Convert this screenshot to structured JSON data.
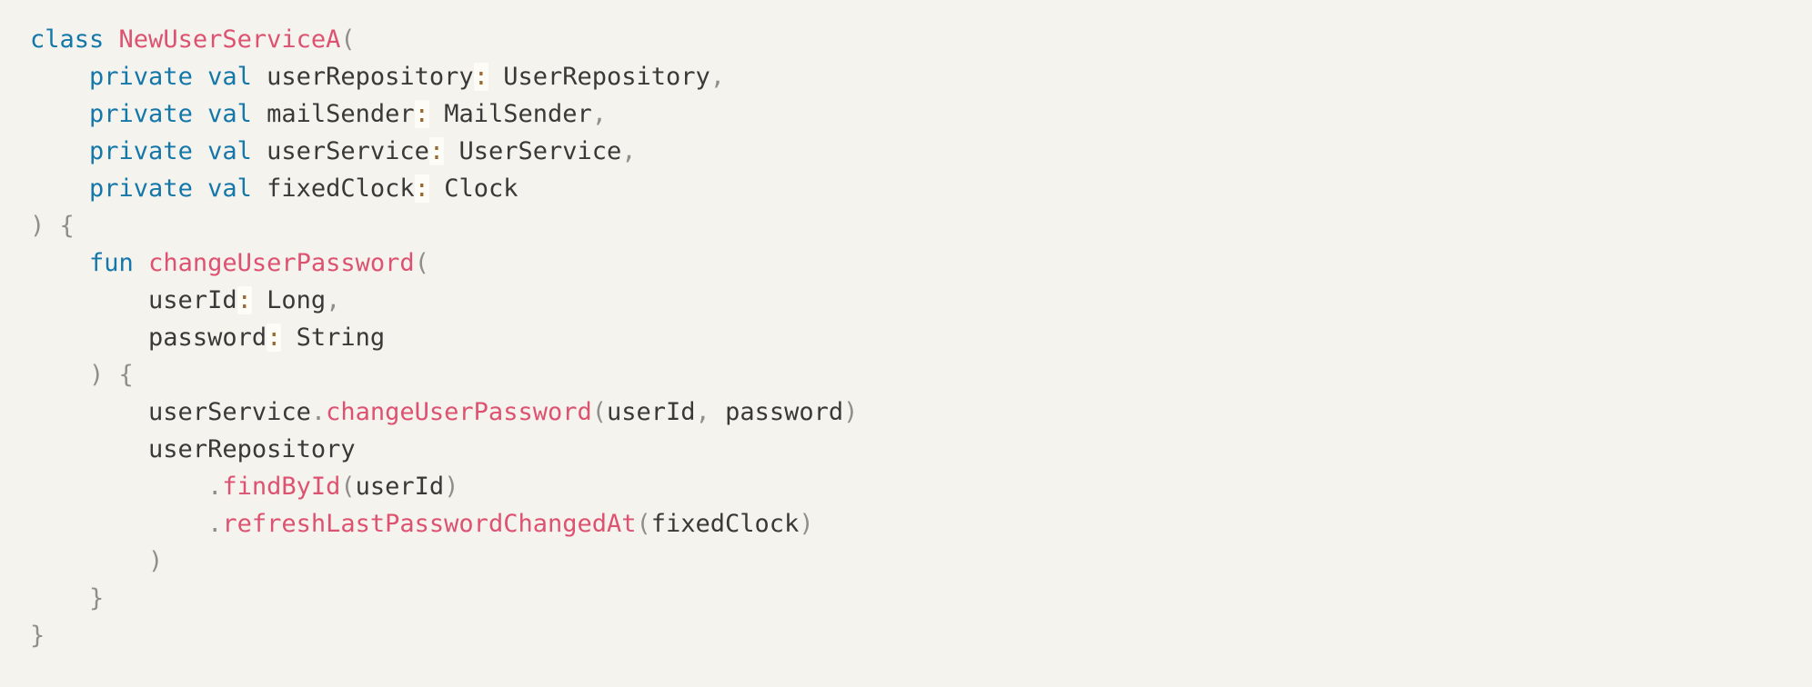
{
  "meta": {
    "language": "kotlin",
    "content_kind": "syntax-highlighted-code-snippet"
  },
  "palette": {
    "background": "#f5f3ee",
    "keyword": "#1477a9",
    "function_name": "#dd5270",
    "identifier": "#3a3937",
    "punctuation": "#908e8a",
    "colon": "#9b6a31",
    "colon_highlight_background": "#fdfcf7"
  },
  "code": {
    "lines": [
      {
        "tokens": [
          {
            "t": "class",
            "c": "keyword"
          },
          {
            "t": " ",
            "c": "plain"
          },
          {
            "t": "NewUserServiceA",
            "c": "function"
          },
          {
            "t": "(",
            "c": "punctuation"
          }
        ]
      },
      {
        "tokens": [
          {
            "t": "    ",
            "c": "plain"
          },
          {
            "t": "private val",
            "c": "keyword"
          },
          {
            "t": " ",
            "c": "plain"
          },
          {
            "t": "userRepository",
            "c": "identifier"
          },
          {
            "t": ":",
            "c": "colon"
          },
          {
            "t": " ",
            "c": "plain"
          },
          {
            "t": "UserRepository",
            "c": "identifier"
          },
          {
            "t": ",",
            "c": "punctuation"
          }
        ]
      },
      {
        "tokens": [
          {
            "t": "    ",
            "c": "plain"
          },
          {
            "t": "private val",
            "c": "keyword"
          },
          {
            "t": " ",
            "c": "plain"
          },
          {
            "t": "mailSender",
            "c": "identifier"
          },
          {
            "t": ":",
            "c": "colon"
          },
          {
            "t": " ",
            "c": "plain"
          },
          {
            "t": "MailSender",
            "c": "identifier"
          },
          {
            "t": ",",
            "c": "punctuation"
          }
        ]
      },
      {
        "tokens": [
          {
            "t": "    ",
            "c": "plain"
          },
          {
            "t": "private val",
            "c": "keyword"
          },
          {
            "t": " ",
            "c": "plain"
          },
          {
            "t": "userService",
            "c": "identifier"
          },
          {
            "t": ":",
            "c": "colon"
          },
          {
            "t": " ",
            "c": "plain"
          },
          {
            "t": "UserService",
            "c": "identifier"
          },
          {
            "t": ",",
            "c": "punctuation"
          }
        ]
      },
      {
        "tokens": [
          {
            "t": "    ",
            "c": "plain"
          },
          {
            "t": "private val",
            "c": "keyword"
          },
          {
            "t": " ",
            "c": "plain"
          },
          {
            "t": "fixedClock",
            "c": "identifier"
          },
          {
            "t": ":",
            "c": "colon"
          },
          {
            "t": " ",
            "c": "plain"
          },
          {
            "t": "Clock",
            "c": "identifier"
          }
        ]
      },
      {
        "tokens": [
          {
            "t": ") {",
            "c": "punctuation"
          }
        ]
      },
      {
        "tokens": [
          {
            "t": "    ",
            "c": "plain"
          },
          {
            "t": "fun",
            "c": "keyword"
          },
          {
            "t": " ",
            "c": "plain"
          },
          {
            "t": "changeUserPassword",
            "c": "function"
          },
          {
            "t": "(",
            "c": "punctuation"
          }
        ]
      },
      {
        "tokens": [
          {
            "t": "        ",
            "c": "plain"
          },
          {
            "t": "userId",
            "c": "identifier"
          },
          {
            "t": ":",
            "c": "colon"
          },
          {
            "t": " ",
            "c": "plain"
          },
          {
            "t": "Long",
            "c": "identifier"
          },
          {
            "t": ",",
            "c": "punctuation"
          }
        ]
      },
      {
        "tokens": [
          {
            "t": "        ",
            "c": "plain"
          },
          {
            "t": "password",
            "c": "identifier"
          },
          {
            "t": ":",
            "c": "colon"
          },
          {
            "t": " ",
            "c": "plain"
          },
          {
            "t": "String",
            "c": "identifier"
          }
        ]
      },
      {
        "tokens": [
          {
            "t": "    ) {",
            "c": "punctuation"
          }
        ]
      },
      {
        "tokens": [
          {
            "t": "        ",
            "c": "plain"
          },
          {
            "t": "userService",
            "c": "identifier"
          },
          {
            "t": ".",
            "c": "punctuation"
          },
          {
            "t": "changeUserPassword",
            "c": "function"
          },
          {
            "t": "(",
            "c": "punctuation"
          },
          {
            "t": "userId",
            "c": "identifier"
          },
          {
            "t": ", ",
            "c": "punctuation"
          },
          {
            "t": "password",
            "c": "identifier"
          },
          {
            "t": ")",
            "c": "punctuation"
          }
        ]
      },
      {
        "tokens": [
          {
            "t": "        ",
            "c": "plain"
          },
          {
            "t": "userRepository",
            "c": "identifier"
          }
        ]
      },
      {
        "tokens": [
          {
            "t": "            ",
            "c": "plain"
          },
          {
            "t": ".",
            "c": "punctuation"
          },
          {
            "t": "findById",
            "c": "function"
          },
          {
            "t": "(",
            "c": "punctuation"
          },
          {
            "t": "userId",
            "c": "identifier"
          },
          {
            "t": ")",
            "c": "punctuation"
          }
        ]
      },
      {
        "tokens": [
          {
            "t": "            ",
            "c": "plain"
          },
          {
            "t": ".",
            "c": "punctuation"
          },
          {
            "t": "refreshLastPasswordChangedAt",
            "c": "function"
          },
          {
            "t": "(",
            "c": "punctuation"
          },
          {
            "t": "fixedClock",
            "c": "identifier"
          },
          {
            "t": ")",
            "c": "punctuation"
          }
        ]
      },
      {
        "tokens": [
          {
            "t": "        )",
            "c": "punctuation"
          }
        ]
      },
      {
        "tokens": [
          {
            "t": "    }",
            "c": "punctuation"
          }
        ]
      },
      {
        "tokens": [
          {
            "t": "}",
            "c": "punctuation"
          }
        ]
      }
    ]
  }
}
